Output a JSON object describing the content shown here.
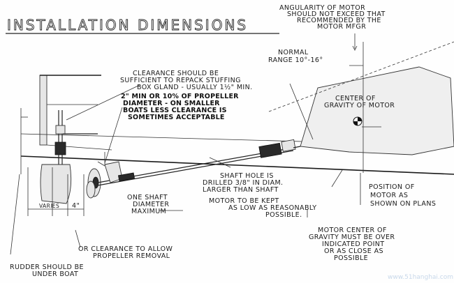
{
  "title": "INSTALLATION DIMENSIONS",
  "labels": {
    "angularity": [
      "ANGULARITY OF MOTOR",
      "SHOULD NOT EXCEED THAT",
      "RECOMMENDED BY THE",
      "MOTOR MFGR"
    ],
    "normal_range": [
      "NORMAL",
      "RANGE 10°-16°"
    ],
    "clearance_repack": [
      "CLEARANCE SHOULD BE",
      "SUFFICIENT TO REPACK STUFFING",
      "BOX GLAND - USUALLY 1½\" MIN."
    ],
    "min_clearance": [
      "2\" MIN OR 10% OF PROPELLER",
      "DIAMETER - ON SMALLER",
      "BOATS LESS CLEARANCE IS",
      "SOMETIMES ACCEPTABLE"
    ],
    "center_gravity": [
      "CENTER OF",
      "GRAVITY OF MOTOR"
    ],
    "shaft_hole": [
      "SHAFT HOLE IS",
      "DRILLED 3/8\" IN DIAM.",
      "LARGER THAN SHAFT"
    ],
    "motor_low": [
      "MOTOR TO BE KEPT",
      "AS LOW AS REASONABLY",
      "POSSIBLE."
    ],
    "position_motor": [
      "POSITION OF",
      "MOTOR AS",
      "SHOWN ON PLANS"
    ],
    "one_shaft": [
      "ONE SHAFT",
      "DIAMETER",
      "MAXIMUM"
    ],
    "varies": "VARIES",
    "four_inch": "4\"",
    "or_clearance": [
      "OR CLEARANCE TO ALLOW",
      "PROPELLER REMOVAL"
    ],
    "rudder": [
      "RUDDER SHOULD BE",
      "UNDER BOAT"
    ],
    "motor_cg_over": [
      "MOTOR CENTER OF",
      "GRAVITY MUST BE OVER",
      "INDICATED POINT",
      "OR AS CLOSE AS",
      "POSSIBLE"
    ],
    "watermark": "www.51hanghai.com"
  }
}
